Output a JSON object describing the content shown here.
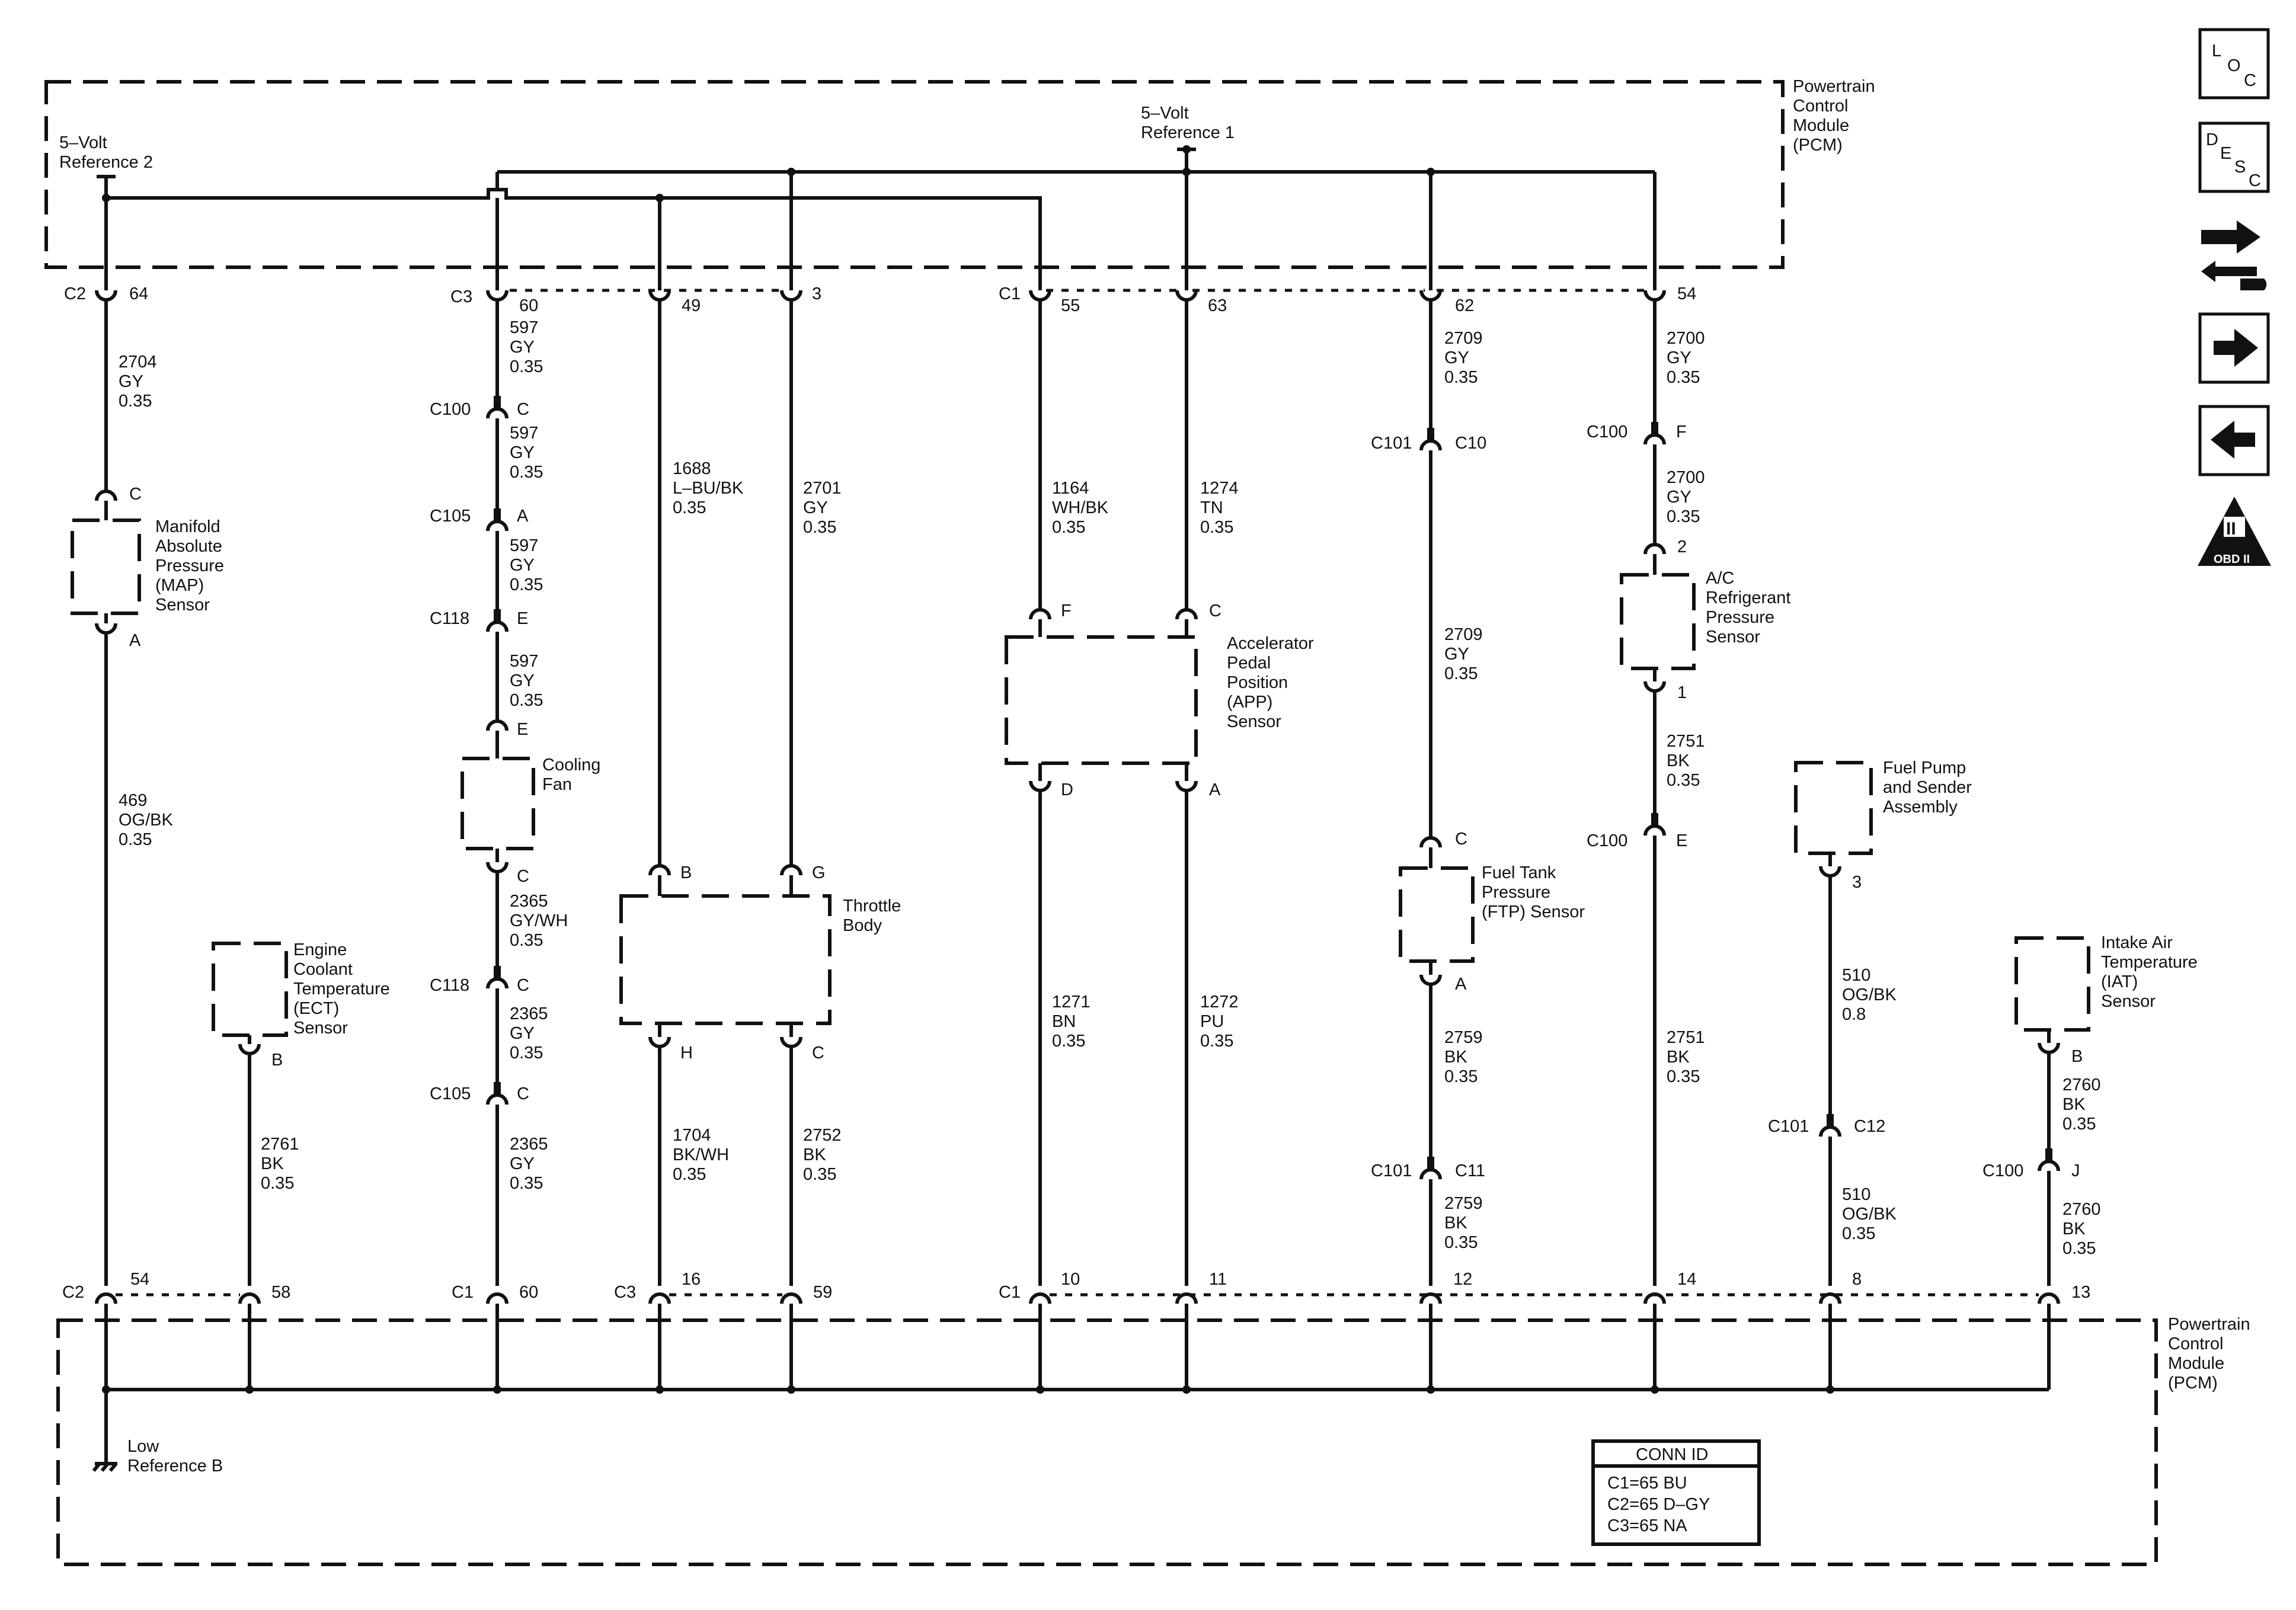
{
  "pcm_top": {
    "label": [
      "Powertrain",
      "Control",
      "Module",
      "(PCM)"
    ]
  },
  "pcm_bottom": {
    "label": [
      "Powertrain",
      "Control",
      "Module",
      "(PCM)"
    ]
  },
  "ref2": {
    "label": [
      "5–Volt",
      "Reference 2"
    ]
  },
  "ref1": {
    "label": [
      "5–Volt",
      "Reference 1"
    ]
  },
  "low_ref": {
    "label": [
      "Low",
      "Reference B"
    ]
  },
  "top_conn": {
    "c2": "C2",
    "p64": "64",
    "c3": "C3",
    "p60": "60",
    "p49": "49",
    "p3": "3",
    "c1": "C1",
    "p55": "55",
    "p63": "63",
    "p62": "62",
    "p54": "54"
  },
  "bottom_conn": {
    "c2": "C2",
    "p54": "54",
    "p58": "58",
    "c1a": "C1",
    "p60": "60",
    "c3": "C3",
    "p16": "16",
    "p59": "59",
    "c1b": "C1",
    "p10": "10",
    "p11": "11",
    "p12": "12",
    "p14": "14",
    "p8": "8",
    "p13": "13"
  },
  "wires": {
    "w2704": [
      "2704",
      "GY",
      "0.35"
    ],
    "w469": [
      "469",
      "OG/BK",
      "0.35"
    ],
    "w2761": [
      "2761",
      "BK",
      "0.35"
    ],
    "w597a": [
      "597",
      "GY",
      "0.35"
    ],
    "w597b": [
      "597",
      "GY",
      "0.35"
    ],
    "w597c": [
      "597",
      "GY",
      "0.35"
    ],
    "w597d": [
      "597",
      "GY",
      "0.35"
    ],
    "w2365a": [
      "2365",
      "GY/WH",
      "0.35"
    ],
    "w2365b": [
      "2365",
      "GY",
      "0.35"
    ],
    "w2365c": [
      "2365",
      "GY",
      "0.35"
    ],
    "w1688": [
      "1688",
      "L–BU/BK",
      "0.35"
    ],
    "w1704": [
      "1704",
      "BK/WH",
      "0.35"
    ],
    "w2701": [
      "2701",
      "GY",
      "0.35"
    ],
    "w2752": [
      "2752",
      "BK",
      "0.35"
    ],
    "w1164": [
      "1164",
      "WH/BK",
      "0.35"
    ],
    "w1271": [
      "1271",
      "BN",
      "0.35"
    ],
    "w1274": [
      "1274",
      "TN",
      "0.35"
    ],
    "w1272": [
      "1272",
      "PU",
      "0.35"
    ],
    "w2709a": [
      "2709",
      "GY",
      "0.35"
    ],
    "w2709b": [
      "2709",
      "GY",
      "0.35"
    ],
    "w2759a": [
      "2759",
      "BK",
      "0.35"
    ],
    "w2759b": [
      "2759",
      "BK",
      "0.35"
    ],
    "w2700a": [
      "2700",
      "GY",
      "0.35"
    ],
    "w2700b": [
      "2700",
      "GY",
      "0.35"
    ],
    "w2751a": [
      "2751",
      "BK",
      "0.35"
    ],
    "w2751b": [
      "2751",
      "BK",
      "0.35"
    ],
    "w510a": [
      "510",
      "OG/BK",
      "0.8"
    ],
    "w510b": [
      "510",
      "OG/BK",
      "0.35"
    ],
    "w2760a": [
      "2760",
      "BK",
      "0.35"
    ],
    "w2760b": [
      "2760",
      "BK",
      "0.35"
    ]
  },
  "inline_conn": {
    "c100_c": [
      "C100",
      "C"
    ],
    "c105_a": [
      "C105",
      "A"
    ],
    "c118_e": [
      "C118",
      "E"
    ],
    "c118_c": [
      "C118",
      "C"
    ],
    "c105_c": [
      "C105",
      "C"
    ],
    "c101_c10": [
      "C101",
      "C10"
    ],
    "c101_c11": [
      "C101",
      "C11"
    ],
    "c100_f": [
      "C100",
      "F"
    ],
    "c100_e": [
      "C100",
      "E"
    ],
    "c101_c12": [
      "C101",
      "C12"
    ],
    "c100_j": [
      "C100",
      "J"
    ]
  },
  "components": {
    "map": {
      "label": [
        "Manifold",
        "Absolute",
        "Pressure",
        "(MAP)",
        "Sensor"
      ],
      "pin_top": "C",
      "pin_bottom": "A"
    },
    "ect": {
      "label": [
        "Engine",
        "Coolant",
        "Temperature",
        "(ECT)",
        "Sensor"
      ],
      "pin_bottom": "B"
    },
    "fan": {
      "label": [
        "Cooling",
        "Fan"
      ],
      "pin_top": "E",
      "pin_bottom": "C"
    },
    "throttle": {
      "label": [
        "Throttle",
        "Body"
      ],
      "pin_b": "B",
      "pin_g": "G",
      "pin_h": "H",
      "pin_c": "C"
    },
    "app": {
      "label": [
        "Accelerator",
        "Pedal",
        "Position",
        "(APP)",
        "Sensor"
      ],
      "pin_f": "F",
      "pin_c": "C",
      "pin_d": "D",
      "pin_a": "A"
    },
    "ftp": {
      "label": [
        "Fuel Tank",
        "Pressure",
        "(FTP) Sensor"
      ],
      "pin_top": "C",
      "pin_bottom": "A"
    },
    "ac": {
      "label": [
        "A/C",
        "Refrigerant",
        "Pressure",
        "Sensor"
      ],
      "pin_top": "2",
      "pin_bottom": "1"
    },
    "fuel_pump": {
      "label": [
        "Fuel Pump",
        "and Sender",
        "Assembly"
      ],
      "pin_bottom": "3"
    },
    "iat": {
      "label": [
        "Intake Air",
        "Temperature",
        "(IAT)",
        "Sensor"
      ],
      "pin_bottom": "B"
    }
  },
  "conn_id": {
    "title": "CONN ID",
    "rows": [
      "C1=65 BU",
      "C2=65 D–GY",
      "C3=65 NA"
    ]
  },
  "nav": {
    "loc": [
      "L",
      "O",
      "C"
    ],
    "desc": [
      "D",
      "E",
      "S",
      "C"
    ],
    "obd": [
      "II",
      "OBD II"
    ],
    "icons": [
      "loc-icon",
      "desc-icon",
      "schematic-tool-icon",
      "next-arrow-icon",
      "previous-arrow-icon",
      "obd-ii-icon"
    ]
  }
}
